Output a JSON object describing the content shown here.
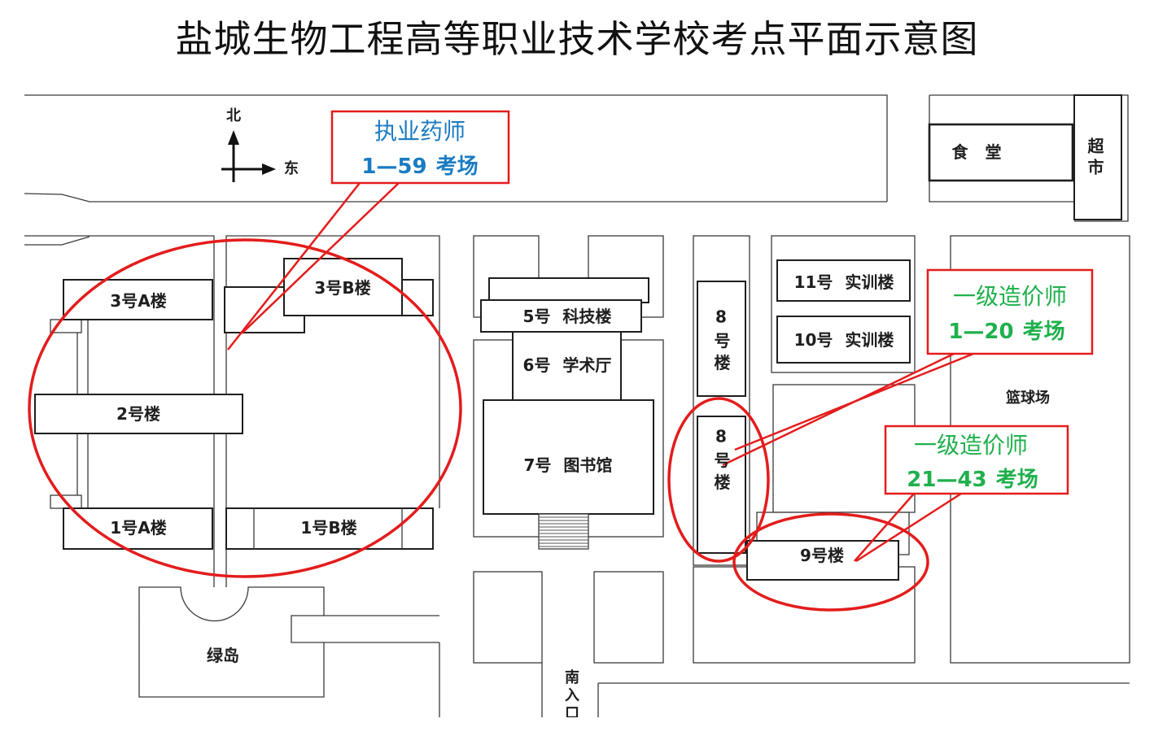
{
  "title": "盐城生物工程高等职业技术学校考点平面示意图",
  "compass": {
    "north": "北",
    "east": "东"
  },
  "buildings": {
    "b3a": "3号A楼",
    "b3b": "3号B楼",
    "b2": "2号楼",
    "b1a": "1号A楼",
    "b1b": "1号B楼",
    "b5": "5号 科技楼",
    "b6": "6号 学术厅",
    "b7": "7号 图书馆",
    "b8_north": "8号楼",
    "b8_south": "8号楼",
    "b11": "11号 实训楼",
    "b10": "10号 实训楼",
    "b9": "9号楼"
  },
  "places": {
    "canteen": "食 堂",
    "supermarket": "超市",
    "basketball_court": "篮球场",
    "green_island": "绿岛",
    "south_entrance": "南入口"
  },
  "callouts": [
    {
      "line1": "执业药师",
      "line2": "1—59 考场",
      "color": "#1a7bc2"
    },
    {
      "line1": "一级造价师",
      "line2": "1—20 考场",
      "color": "#1fb04c"
    },
    {
      "line1": "一级造价师",
      "line2": "21—43 考场",
      "color": "#1fb04c"
    }
  ],
  "colors": {
    "highlight": "#e41c1c",
    "ink": "#1e1e1e"
  }
}
